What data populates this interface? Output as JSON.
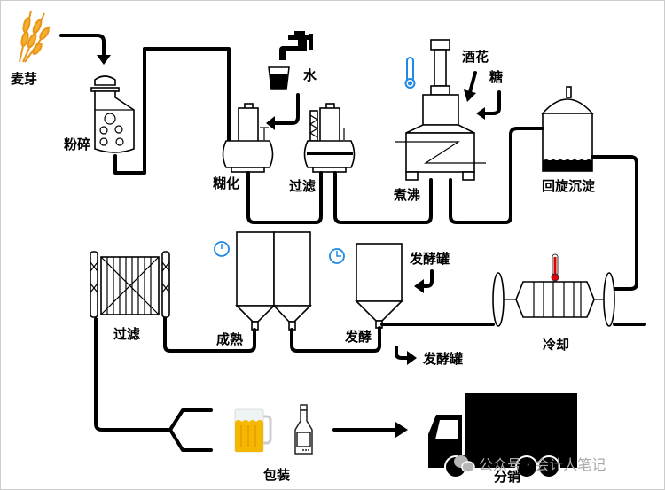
{
  "labels": {
    "malt": "麦芽",
    "milling": "粉碎",
    "water": "水",
    "mashing": "糊化",
    "lautering": "过滤",
    "hops": "酒花",
    "sugar": "糖",
    "boiling": "煮沸",
    "whirlpool": "回旋沉淀",
    "fermentation_tank_in": "发酵罐",
    "fermentation_tank_out": "发酵罐",
    "fermentation": "发酵",
    "maturation": "成熟",
    "filtration": "过滤",
    "cooling": "冷却",
    "packaging": "包装",
    "distribution": "分销"
  },
  "watermark": "公众号 · 会计人笔记",
  "colors": {
    "line": "#000000",
    "clock": "#1e88e5",
    "thermometer_hot": "#1e88e5",
    "thermometer_cold": "#e00000",
    "wheat": "#f0a020",
    "beer": "#f5b800",
    "watermark": "#a8a8a8"
  },
  "icons": [
    "wheat-icon",
    "tap-icon",
    "cup-icon",
    "thermometer-icon",
    "clock-icon",
    "beer-mug-icon",
    "bottle-icon",
    "truck-icon",
    "wechat-icon"
  ]
}
